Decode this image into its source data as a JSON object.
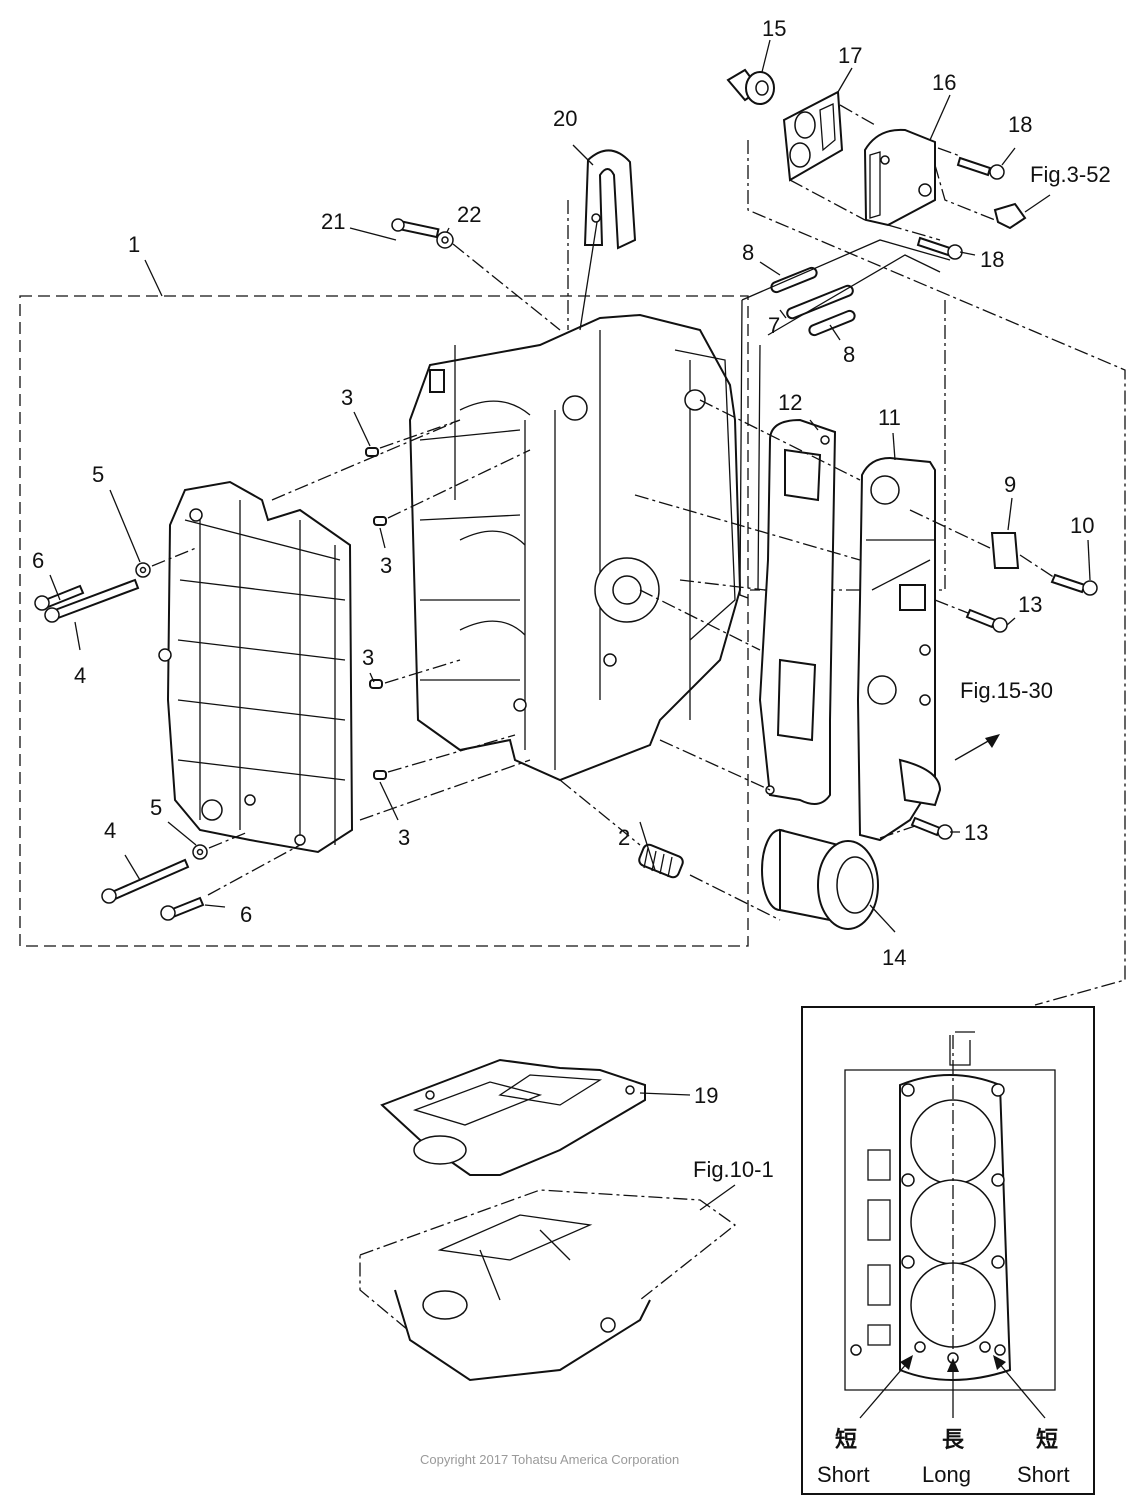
{
  "diagram": {
    "title": "Cylinder Block Parts Diagram",
    "parts": [
      {
        "id": "1",
        "label": "1"
      },
      {
        "id": "2",
        "label": "2"
      },
      {
        "id": "3a",
        "label": "3"
      },
      {
        "id": "3b",
        "label": "3"
      },
      {
        "id": "3c",
        "label": "3"
      },
      {
        "id": "3d",
        "label": "3"
      },
      {
        "id": "4a",
        "label": "4"
      },
      {
        "id": "4b",
        "label": "4"
      },
      {
        "id": "5a",
        "label": "5"
      },
      {
        "id": "5b",
        "label": "5"
      },
      {
        "id": "6a",
        "label": "6"
      },
      {
        "id": "6b",
        "label": "6"
      },
      {
        "id": "7",
        "label": "7"
      },
      {
        "id": "8a",
        "label": "8"
      },
      {
        "id": "8b",
        "label": "8"
      },
      {
        "id": "9",
        "label": "9"
      },
      {
        "id": "10",
        "label": "10"
      },
      {
        "id": "11",
        "label": "11"
      },
      {
        "id": "12",
        "label": "12"
      },
      {
        "id": "13a",
        "label": "13"
      },
      {
        "id": "13b",
        "label": "13"
      },
      {
        "id": "14",
        "label": "14"
      },
      {
        "id": "15",
        "label": "15"
      },
      {
        "id": "16",
        "label": "16"
      },
      {
        "id": "17",
        "label": "17"
      },
      {
        "id": "18a",
        "label": "18"
      },
      {
        "id": "18b",
        "label": "18"
      },
      {
        "id": "19",
        "label": "19"
      },
      {
        "id": "20",
        "label": "20"
      },
      {
        "id": "21",
        "label": "21"
      },
      {
        "id": "22",
        "label": "22"
      }
    ],
    "figure_refs": {
      "fig_3_52": "Fig.3-52",
      "fig_15_30": "Fig.15-30",
      "fig_10_1": "Fig.10-1"
    },
    "inset": {
      "left": {
        "kanji": "短",
        "english": "Short"
      },
      "center": {
        "kanji": "長",
        "english": "Long"
      },
      "right": {
        "kanji": "短",
        "english": "Short"
      }
    }
  },
  "footer": {
    "copyright": "Copyright 2017 Tohatsu America Corporation"
  }
}
